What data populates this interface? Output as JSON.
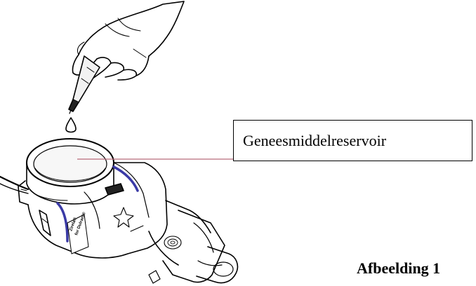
{
  "diagram": {
    "callout_label": "Geneesmiddelreservoir",
    "figure_caption": "Afbeelding 1",
    "device_print_line1": "Zirela®",
    "device_print_line2": "for Dulrani®",
    "leader_line_color": "#b86a7a"
  }
}
